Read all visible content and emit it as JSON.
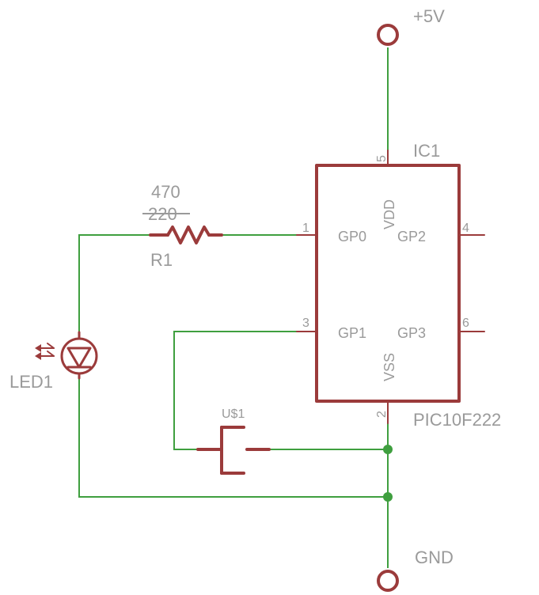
{
  "power": {
    "vcc_label": "+5V",
    "gnd_label": "GND"
  },
  "ic": {
    "ref": "IC1",
    "part": "PIC10F222",
    "pins": {
      "gp0": "GP0",
      "gp1": "GP1",
      "gp2": "GP2",
      "gp3": "GP3",
      "vdd": "VDD",
      "vss": "VSS",
      "p1": "1",
      "p2": "2",
      "p3": "3",
      "p4": "4",
      "p5": "5",
      "p6": "6"
    }
  },
  "resistor": {
    "ref": "R1",
    "value_new": "470",
    "value_old": "220"
  },
  "led": {
    "ref": "LED1"
  },
  "switch": {
    "ref": "U$1"
  },
  "colors": {
    "wire": "#3f9f3f",
    "part": "#9b3b3b",
    "text": "#9a9a9a"
  }
}
